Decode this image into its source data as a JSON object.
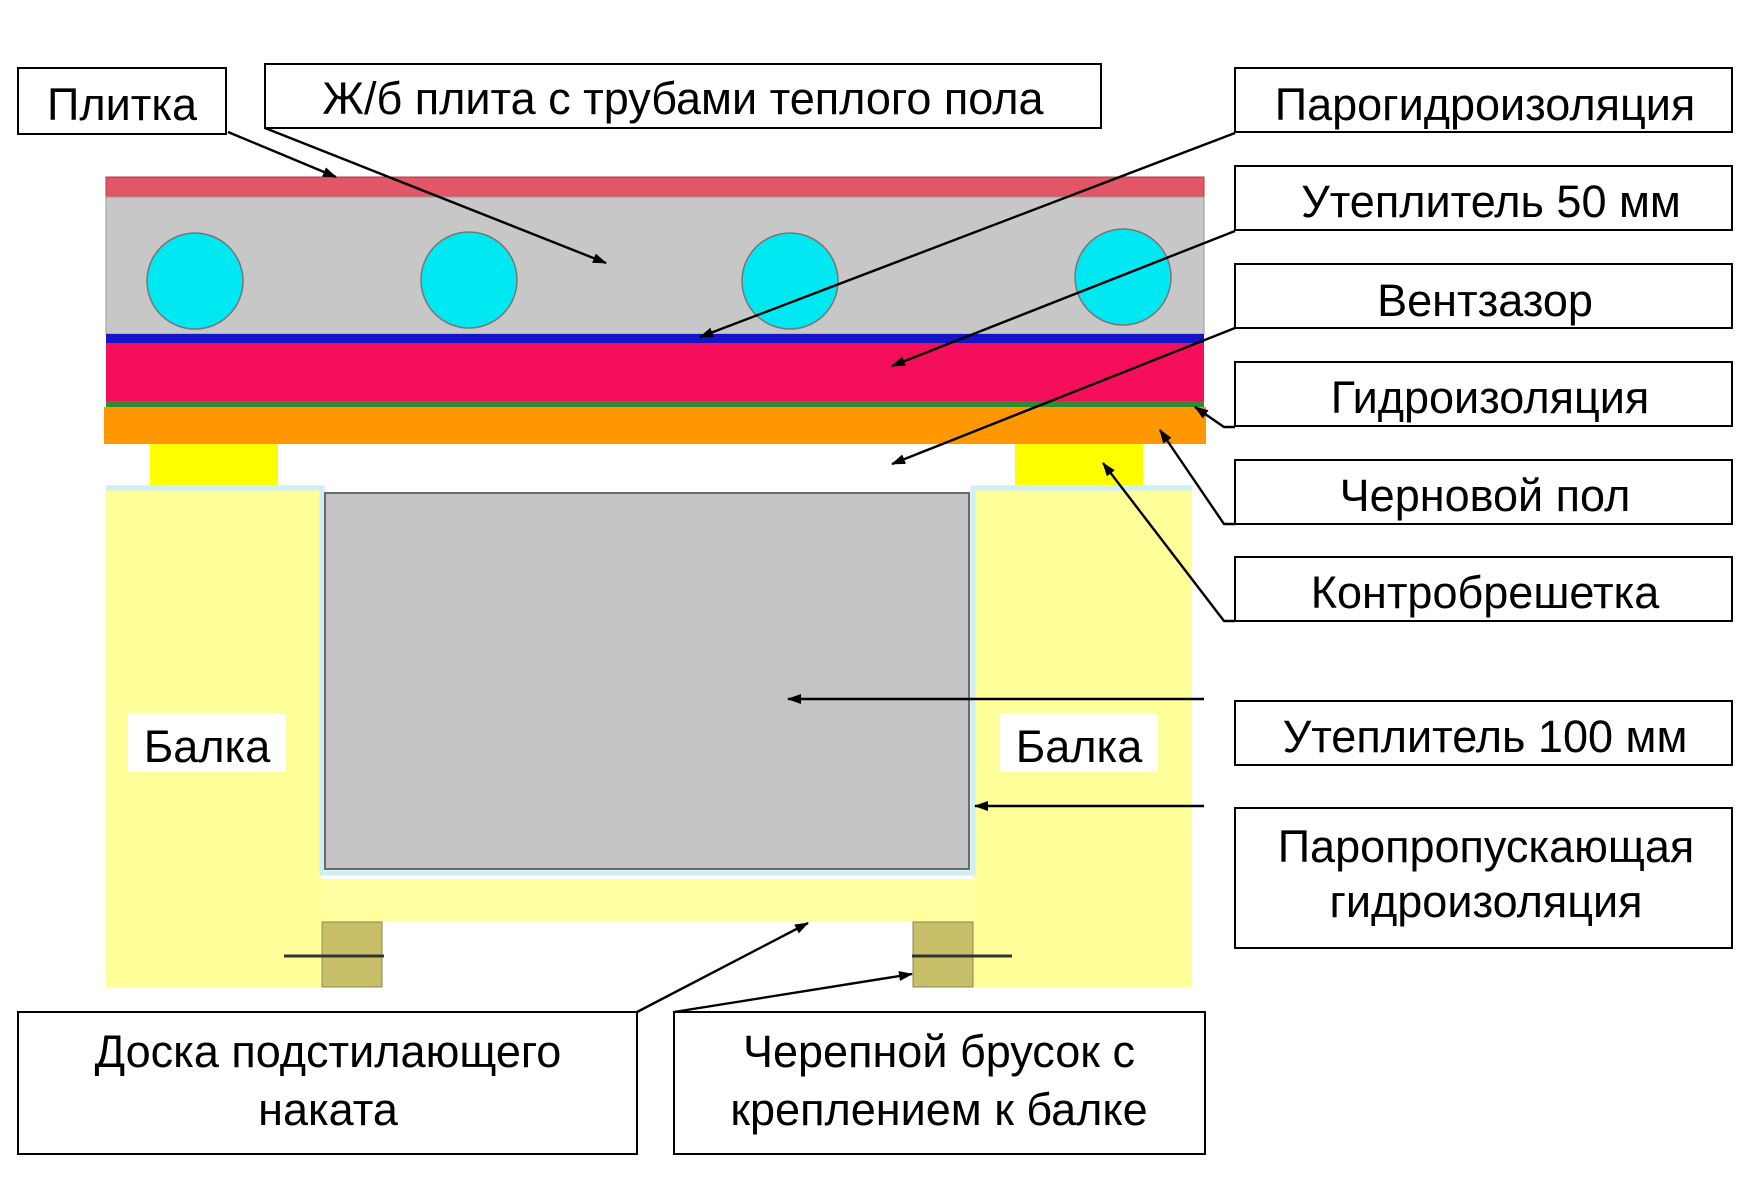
{
  "colors": {
    "tile": "#E35667",
    "slab": "#C7C7C7",
    "pipe": "#00E8F2",
    "vapor_barrier": "#1414C8",
    "insulation_50": "#F50E5C",
    "waterproofing": "#2E8B2E",
    "subfloor": "#FF9700",
    "counter_batten": "#FFFF00",
    "beam": "#FFFF99",
    "insulation_100": "#C4C4C4",
    "membrane": "#CDEFF5",
    "sub_board": "#FFFFA0",
    "cranial_bar": "#C8BF6B"
  },
  "labels": {
    "tile": "Плитка",
    "slab": "Ж/б плита с трубами теплого пола",
    "vapor_barrier": "Парогидроизоляция",
    "insulation_50": "Утеплитель 50 мм",
    "vent_gap": "Вентзазор",
    "waterproofing": "Гидроизоляция",
    "subfloor": "Черновой пол",
    "counter_batten": "Контробрешетка",
    "insulation_100": "Утеплитель 100 мм",
    "membrane": [
      "Паропропускающая",
      "гидроизоляция"
    ],
    "beam_left": "Балка",
    "beam_right": "Балка",
    "sub_board": [
      "Доска подстилающего",
      "наката"
    ],
    "cranial_bar": [
      "Черепной брусок с",
      "креплением к балке"
    ]
  }
}
